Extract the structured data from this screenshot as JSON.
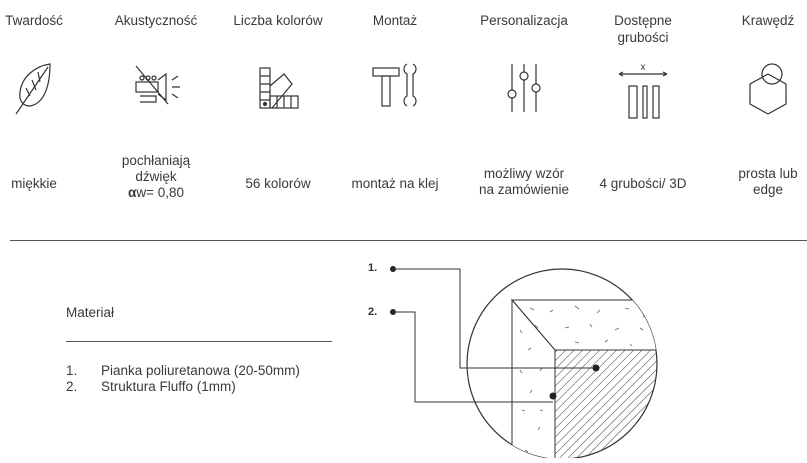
{
  "features": [
    {
      "title": "Twardość",
      "icon": "feather-icon",
      "value": [
        "miękkie"
      ]
    },
    {
      "title": "Akustyczność",
      "icon": "muted-trumpet-icon",
      "value": [
        "pochłaniają",
        "dźwięk"
      ],
      "value_extra_symbol": "α",
      "value_extra": "w= 0,80"
    },
    {
      "title": "Liczba kolorów",
      "icon": "color-swatch-icon",
      "value": [
        "56 kolorów"
      ]
    },
    {
      "title": "Montaż",
      "icon": "hammer-wrench-icon",
      "value": [
        "montaż na klej"
      ]
    },
    {
      "title": "Personalizacja",
      "icon": "sliders-icon",
      "value": [
        "możliwy wzór",
        "na zamówienie"
      ]
    },
    {
      "title": "Dostępne grubości",
      "title_lines": [
        "Dostępne",
        "grubości"
      ],
      "icon": "thickness-icon",
      "icon_label": "x",
      "value": [
        "4 grubości/ 3D"
      ]
    },
    {
      "title": "Krawędź",
      "icon": "edge-icon",
      "value": [
        "prosta lub",
        "edge"
      ]
    }
  ],
  "material": {
    "title": "Materiał",
    "items": [
      {
        "num": "1.",
        "text": "Pianka poliuretanowa (20-50mm)"
      },
      {
        "num": "2.",
        "text": "Struktura Fluffo (1mm)"
      }
    ]
  },
  "diagram": {
    "labels": [
      "1.",
      "2."
    ]
  },
  "colors": {
    "text": "#3a3a3a",
    "line": "#555555"
  }
}
